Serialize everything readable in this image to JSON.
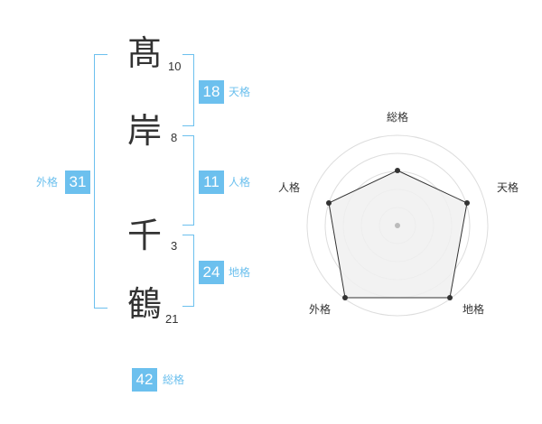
{
  "name_chars": [
    {
      "char": "髙",
      "strokes": "10"
    },
    {
      "char": "岸",
      "strokes": "8"
    },
    {
      "char": "千",
      "strokes": "3"
    },
    {
      "char": "鶴",
      "strokes": "21"
    }
  ],
  "tenkaku": {
    "value": "18",
    "label": "天格"
  },
  "jinkaku": {
    "value": "11",
    "label": "人格"
  },
  "chikaku": {
    "value": "24",
    "label": "地格"
  },
  "gaikaku": {
    "value": "31",
    "label": "外格"
  },
  "soukaku": {
    "value": "42",
    "label": "総格"
  },
  "radar": {
    "labels": {
      "top": "総格",
      "right": "天格",
      "bottom_right": "地格",
      "bottom_left": "外格",
      "left": "人格"
    },
    "colors": {
      "grid": "#dddddd",
      "fill": "#f0f0f0",
      "stroke": "#333333",
      "center": "#bbbbbb"
    }
  }
}
